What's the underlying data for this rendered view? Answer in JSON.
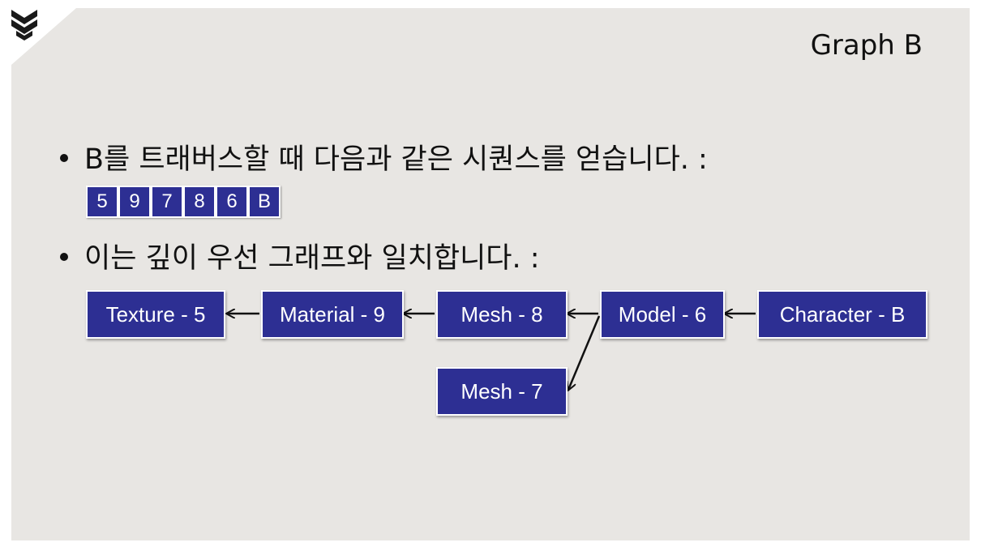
{
  "title": "Graph B",
  "bullets": [
    "B를 트래버스할 때 다음과 같은 시퀀스를 얻습니다. :",
    "이는 깊이 우선 그래프와 일치합니다. :"
  ],
  "sequence": [
    "5",
    "9",
    "7",
    "8",
    "6",
    "B"
  ],
  "nodes": {
    "texture": "Texture - 5",
    "material": "Material - 9",
    "mesh8": "Mesh - 8",
    "model": "Model - 6",
    "character": "Character - B",
    "mesh7": "Mesh - 7"
  },
  "colors": {
    "node_fill": "#2d2f93",
    "node_text": "#ffffff",
    "background": "#e8e6e3"
  }
}
